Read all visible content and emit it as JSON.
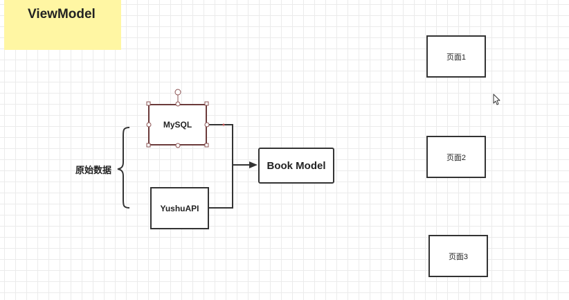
{
  "sticky_note": {
    "label": "ViewModel"
  },
  "nodes": {
    "mysql": "MySQL",
    "yushu": "YushuAPI",
    "book_model": "Book Model",
    "page1": "页面1",
    "page2": "页面2",
    "page3": "页面3"
  },
  "brace_label": "原始数据",
  "colors": {
    "sticky": "#fff6a3",
    "selection": "#8a5050",
    "grid": "#ebebeb",
    "stroke": "#333333"
  }
}
